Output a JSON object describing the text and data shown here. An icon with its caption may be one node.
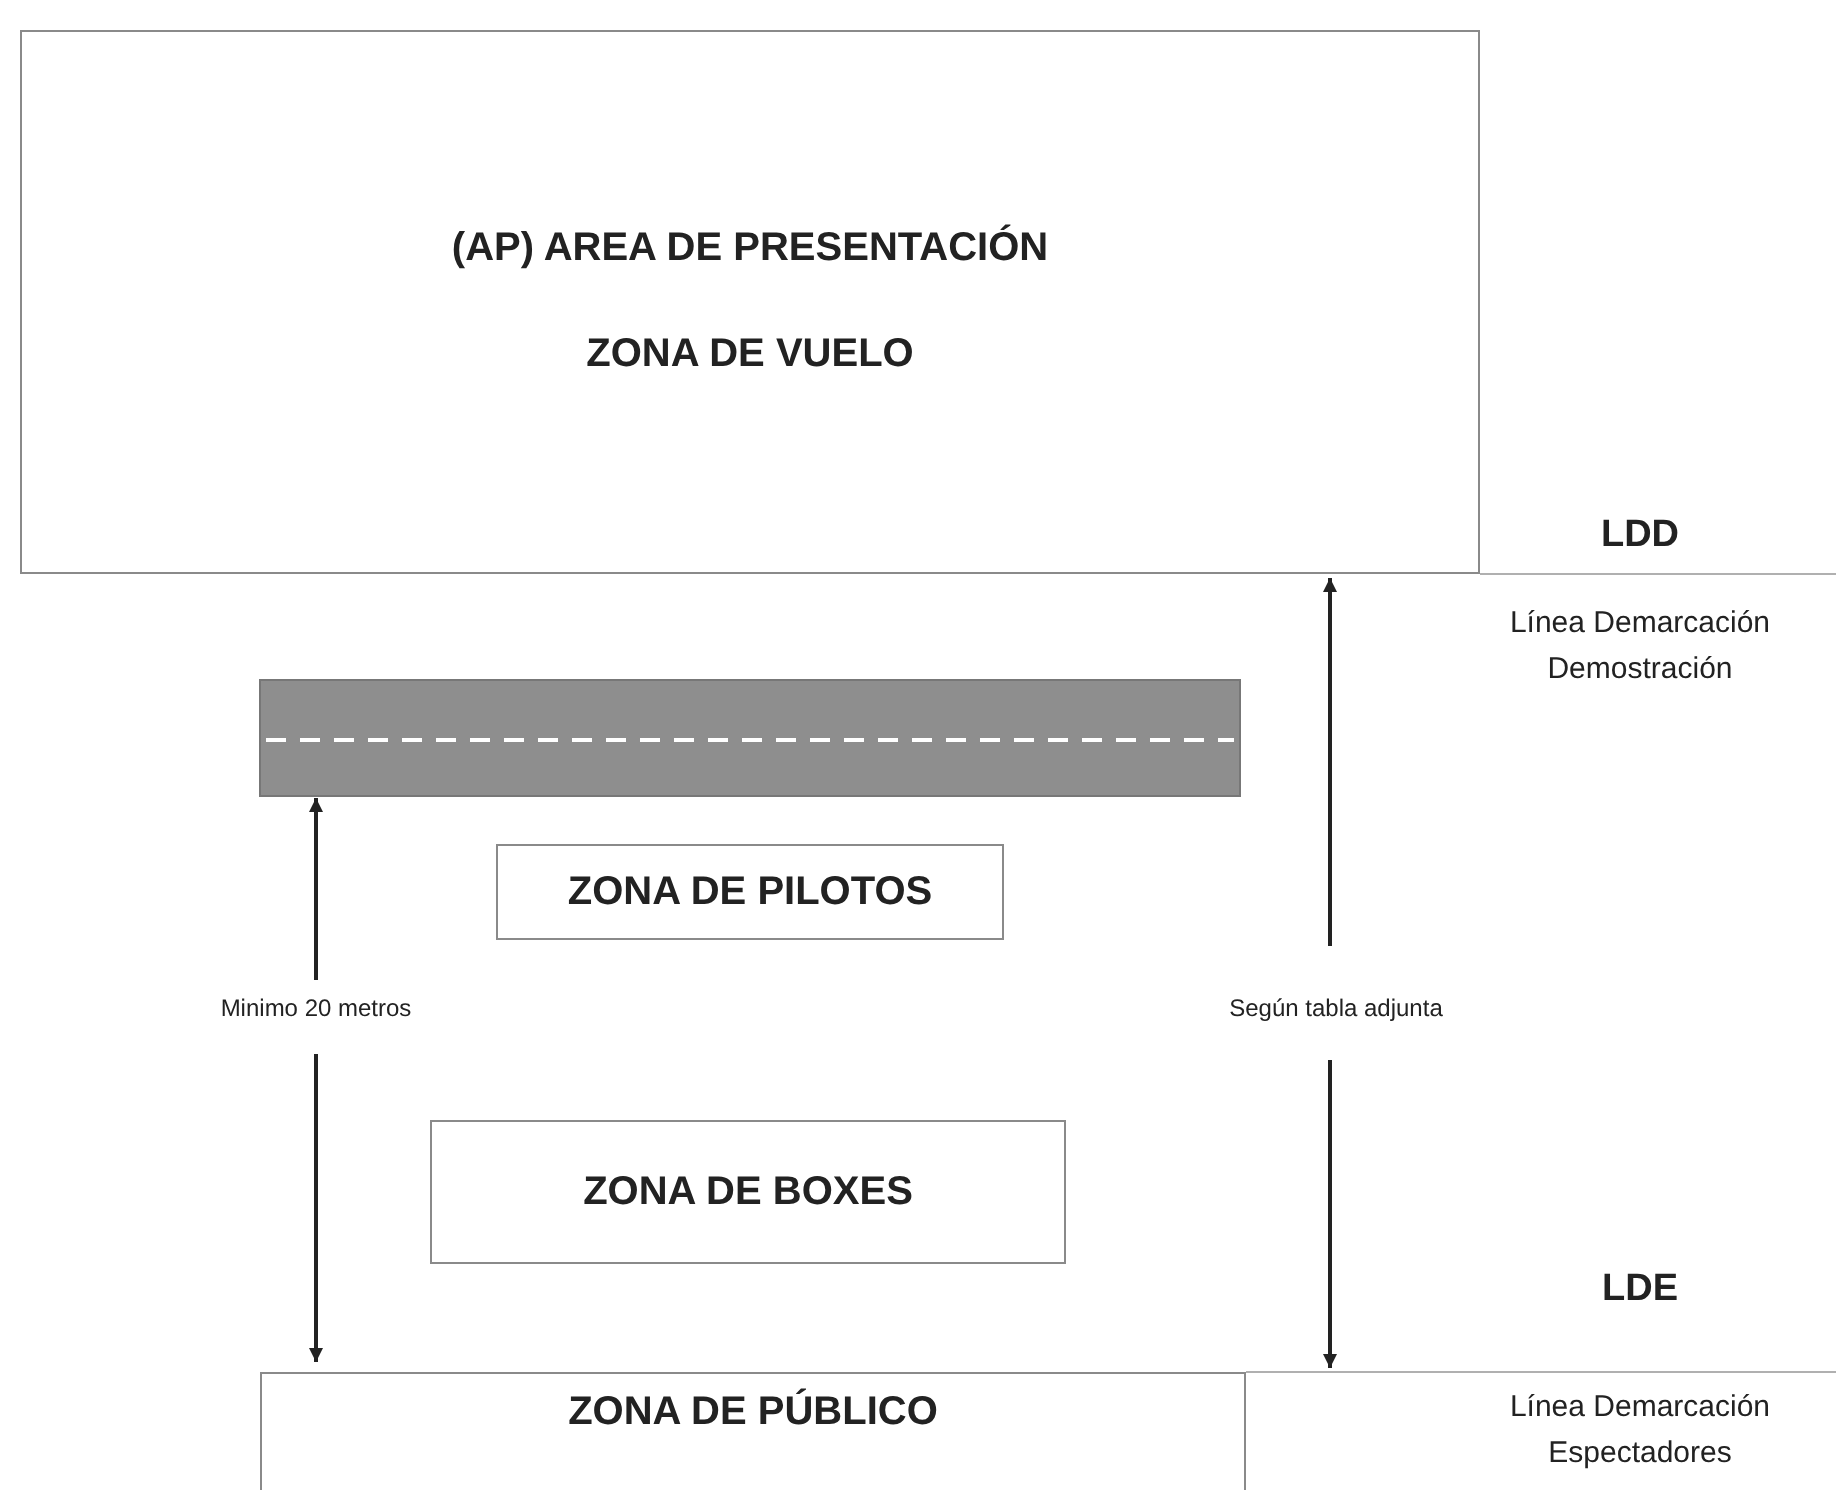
{
  "diagram": {
    "nodes": [
      {
        "text": [
          "(AP) AREA DE PRESENTACIÓN",
          "ZONA DE VUELO"
        ]
      },
      {
        "text": [
          "ZONA DE PILOTOS"
        ]
      },
      {
        "text": [
          "ZONA DE BOXES"
        ]
      },
      {
        "text": [
          "ZONA DE PÚBLICO"
        ]
      }
    ],
    "labels": [
      "LDD",
      "Línea Demarcación Demostración",
      "Minimo 20 metros",
      "Según tabla adjunta",
      "LDE",
      "Línea Demarcación Espectadores"
    ]
  }
}
